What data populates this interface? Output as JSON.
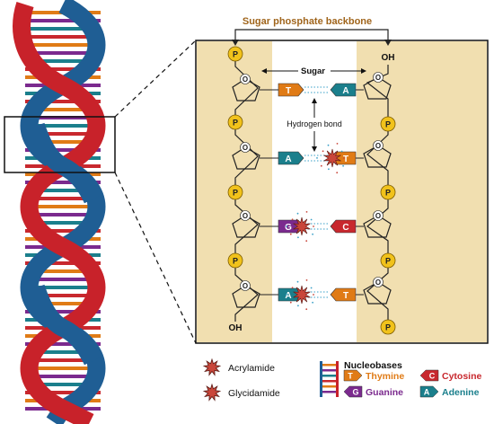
{
  "diagram": {
    "backbone_label": "Sugar phosphate backbone",
    "sugar_label": "Sugar",
    "hbond_label": "Hydrogen bond",
    "oh_top": "OH",
    "oh_bottom": "OH",
    "phosphate": "P",
    "oxygen": "O",
    "pairs": [
      {
        "left": "T",
        "right": "A",
        "adduct": "none"
      },
      {
        "left": "A",
        "right": "T",
        "adduct": "right"
      },
      {
        "left": "G",
        "right": "C",
        "adduct": "left"
      },
      {
        "left": "A",
        "right": "T",
        "adduct": "left"
      }
    ]
  },
  "legend": {
    "adducts": [
      {
        "label": "Acrylamide"
      },
      {
        "label": "Glycidamide"
      }
    ],
    "nucleobases_title": "Nucleobases",
    "bases": [
      {
        "letter": "T",
        "name": "Thymine",
        "color": "#e07b16"
      },
      {
        "letter": "C",
        "name": "Cytosine",
        "color": "#c8282e"
      },
      {
        "letter": "G",
        "name": "Guanine",
        "color": "#7b2a8e"
      },
      {
        "letter": "A",
        "name": "Adenine",
        "color": "#1b7f8c"
      }
    ]
  },
  "colors": {
    "strand_red": "#c8222a",
    "strand_blue": "#1f5e94",
    "backbone_bg": "#f1dfb0",
    "phosphate": "#f1c21b",
    "label_brown": "#a0651c",
    "adduct": "#c9463a"
  }
}
